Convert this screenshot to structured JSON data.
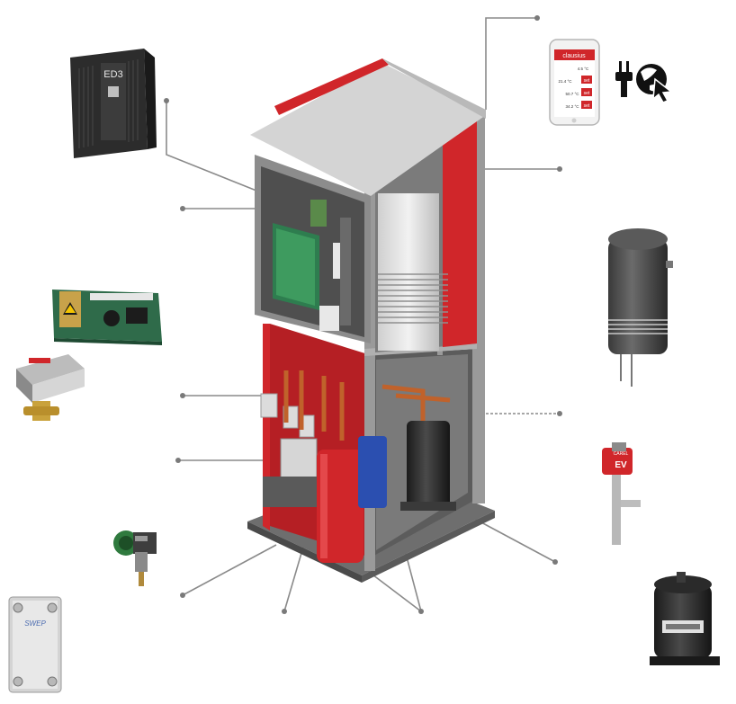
{
  "controller": {
    "model": "ED3"
  },
  "phone_app": {
    "brand": "clausius",
    "rows": [
      {
        "value": "4.5 °C"
      },
      {
        "value": "21.4 °C"
      },
      {
        "value": "50.7 °C"
      },
      {
        "value": "34.2 °C"
      }
    ],
    "set_label": "set"
  },
  "expansion_valve": {
    "label": "EV",
    "brand": "CAREL"
  },
  "heat_exchanger": {
    "brand": "SWEP"
  },
  "icons": [
    "plug-icon",
    "globe-cursor-icon"
  ],
  "colors": {
    "accent_red": "#d0262a",
    "leader_line": "#8a8a8a",
    "cabinet_grey": "#a9a9a9",
    "pcb_green": "#2e7d4f"
  }
}
